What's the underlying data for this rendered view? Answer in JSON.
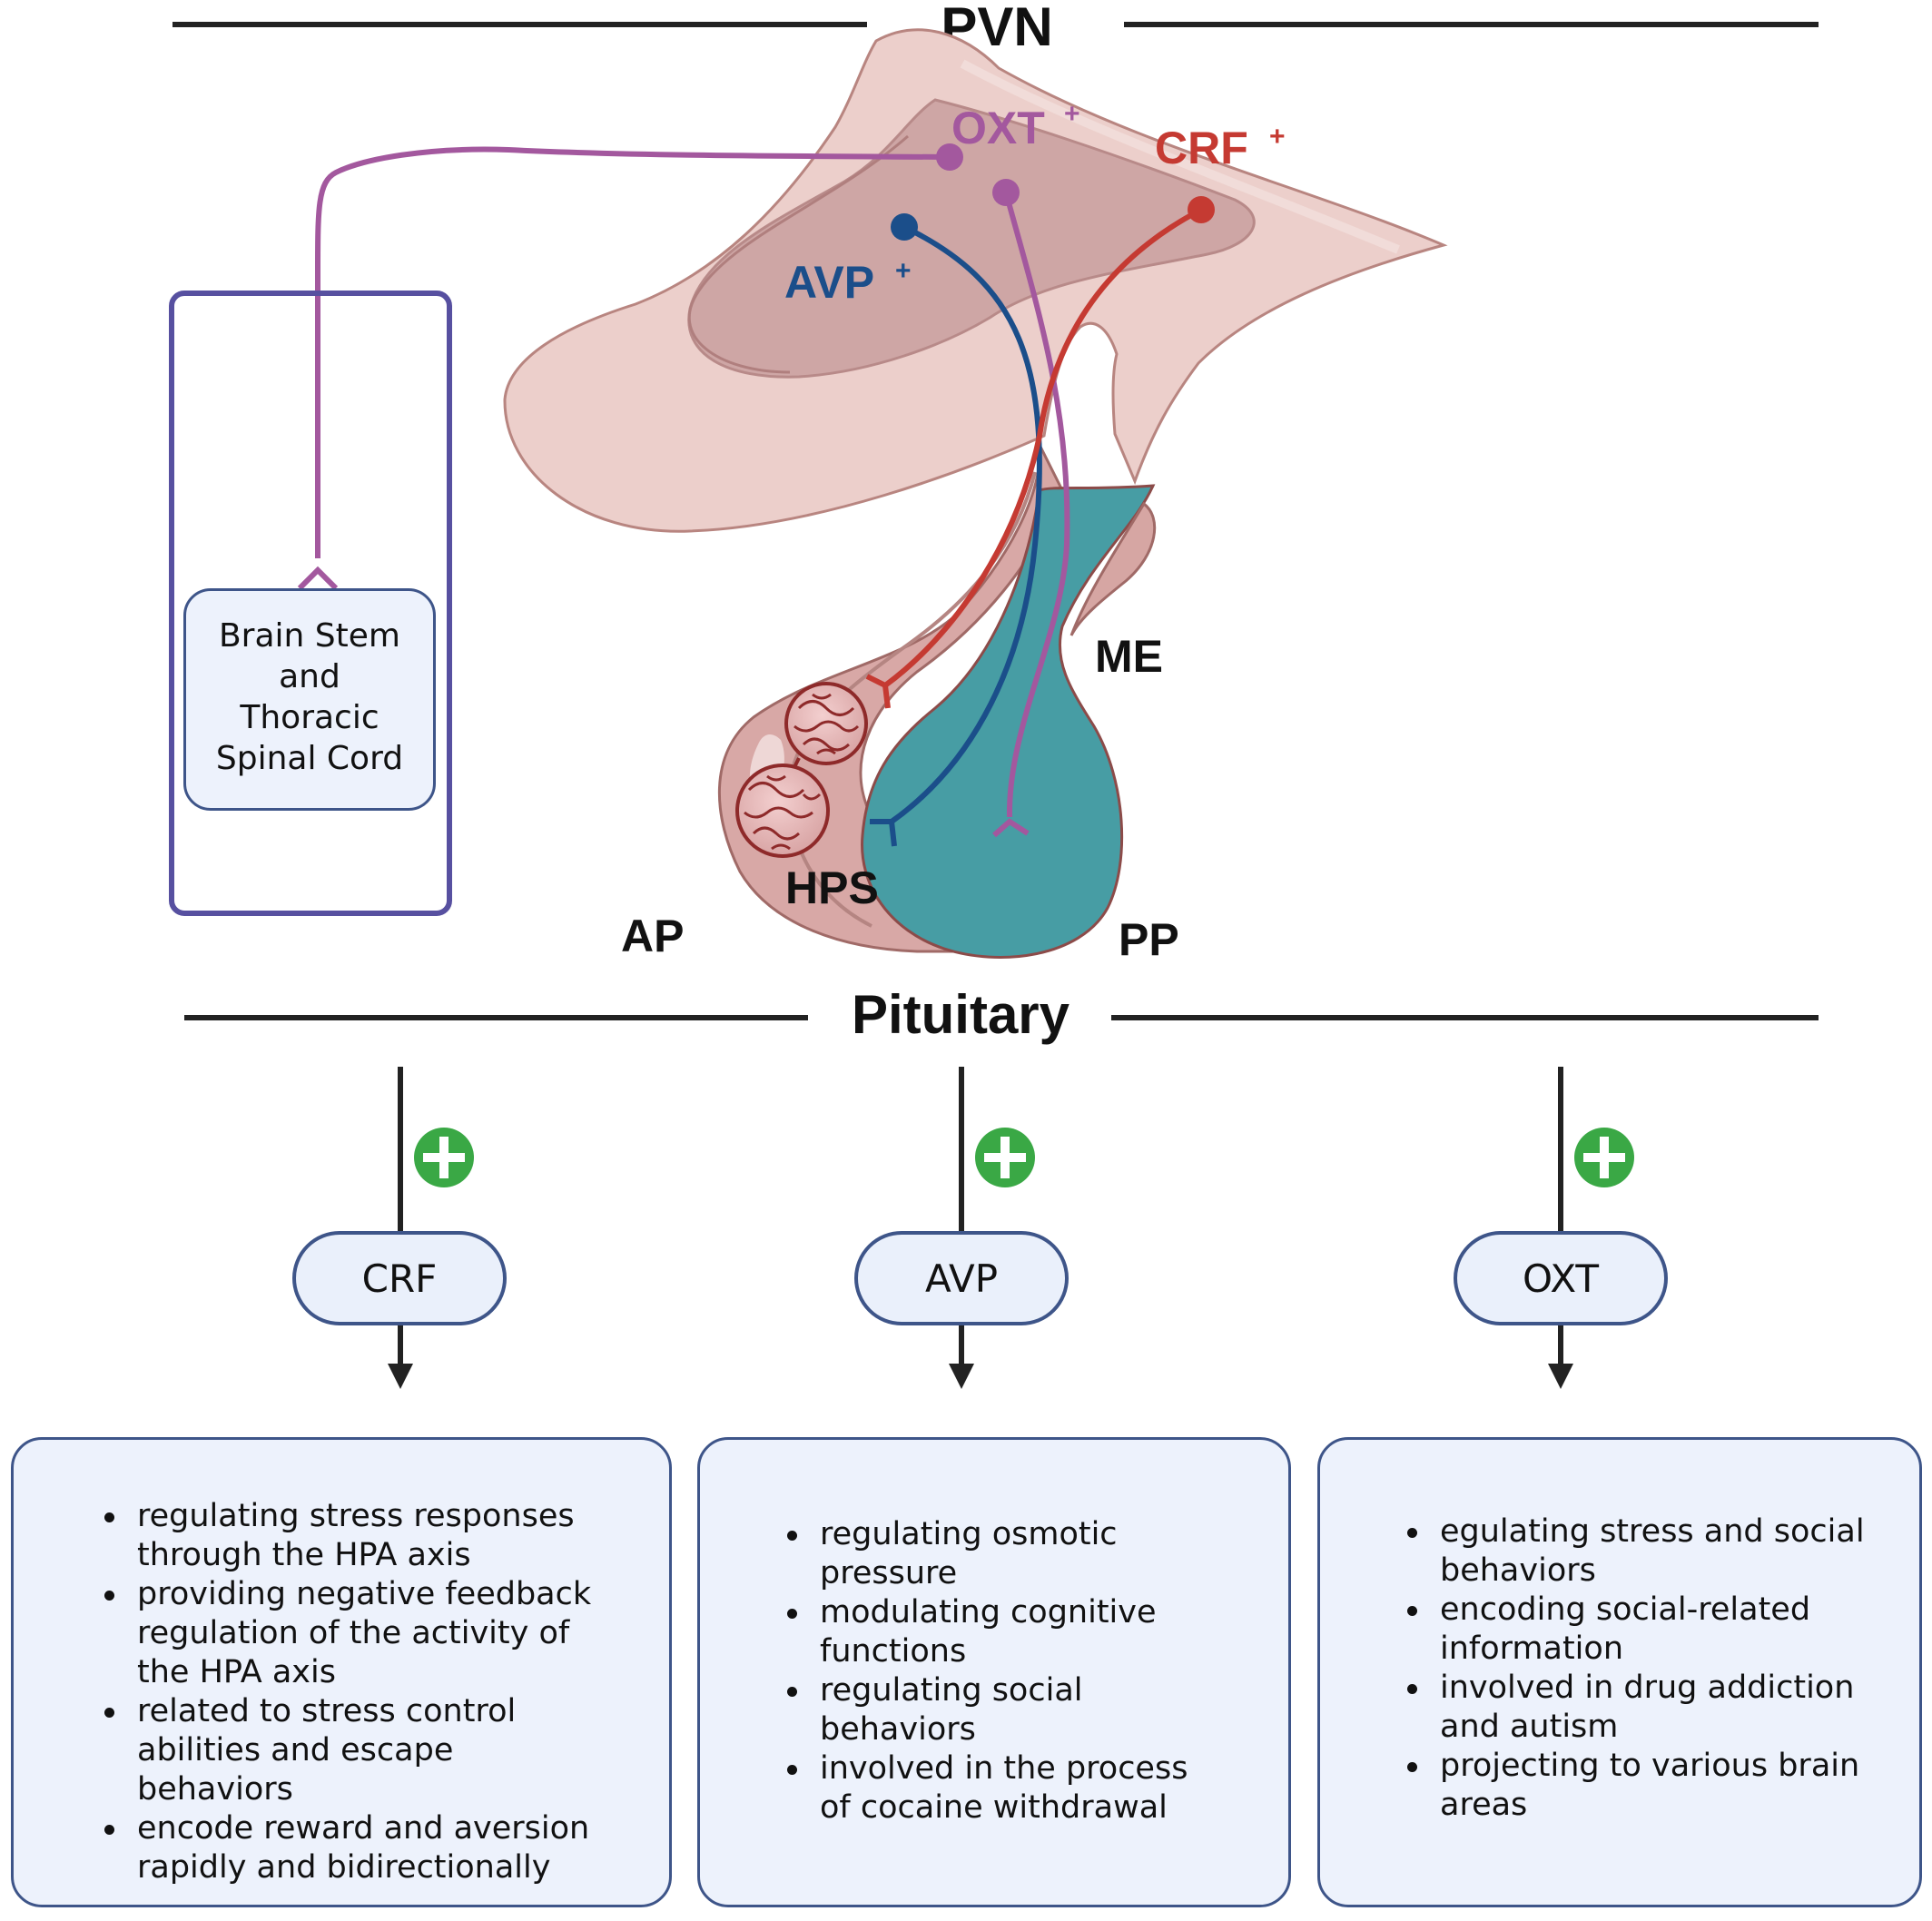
{
  "labels": {
    "pvn": "PVN",
    "oxt": "OXT",
    "crf": "CRF",
    "avp": "AVP",
    "plus": "+",
    "me": "ME",
    "hps": "HPS",
    "ap": "AP",
    "pp": "PP",
    "pituitary": "Pituitary"
  },
  "target_box": {
    "lines": [
      "Brain Stem",
      "and",
      "Thoracic",
      "Spinal Cord"
    ]
  },
  "columns": [
    {
      "hormone": "CRF",
      "items": [
        "regulating stress responses through the HPA axis",
        "providing negative feedback regulation of the activity of the HPA axis",
        "related to stress control abilities and escape behaviors",
        "encode reward and aversion rapidly and bidirectionally"
      ]
    },
    {
      "hormone": "AVP",
      "items": [
        "regulating osmotic pressure",
        "modulating cognitive functions",
        "regulating social behaviors",
        "involved in the process of cocaine withdrawal"
      ]
    },
    {
      "hormone": "OXT",
      "items": [
        "egulating stress and social behaviors",
        "encoding social-related information",
        "involved in drug addiction and autism",
        "projecting to various brain areas"
      ]
    }
  ],
  "colors": {
    "oxt": "#a3589e",
    "crf": "#c53a32",
    "avp": "#1b4e8a",
    "box_border": "#3e5589",
    "plus_green": "#3aa845",
    "posterior_pituitary": "#479da4",
    "tissue": "#ecd0cd"
  }
}
